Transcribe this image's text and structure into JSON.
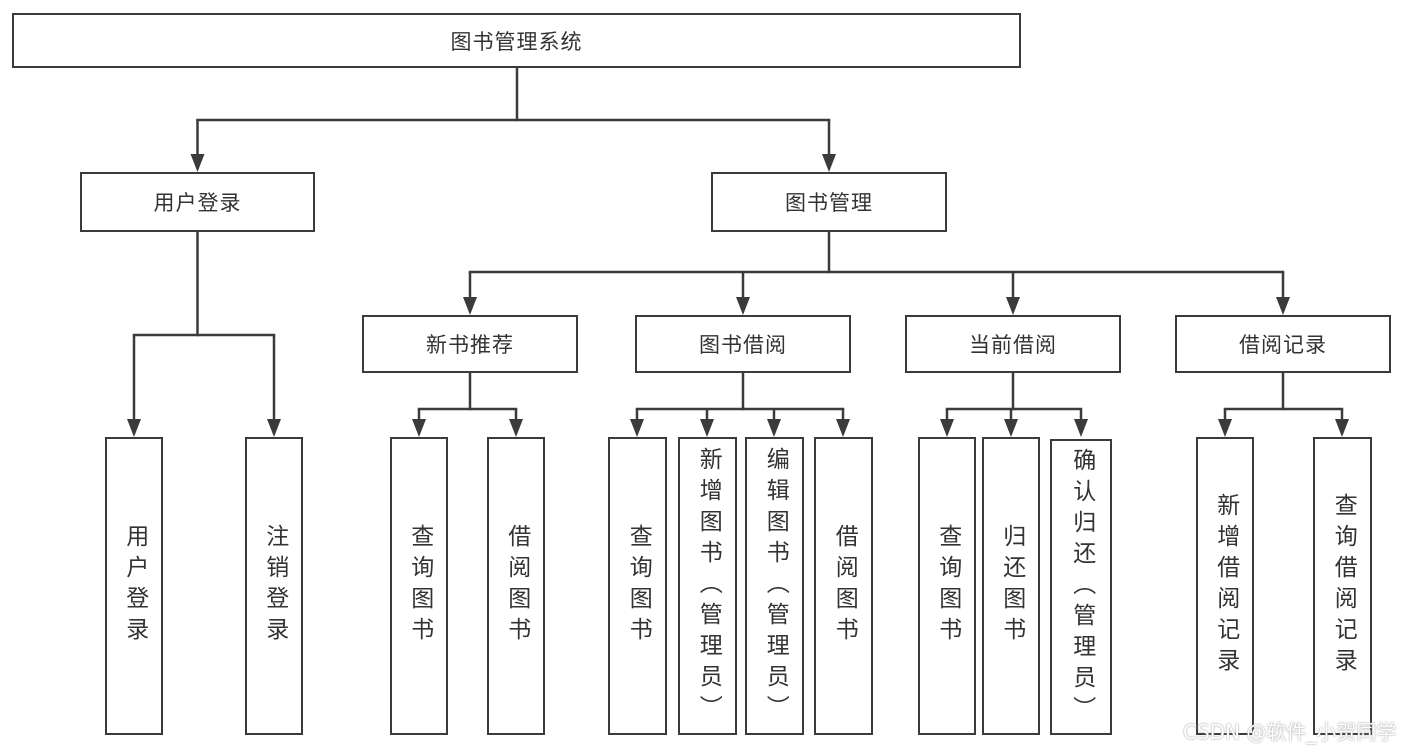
{
  "tree": {
    "root": {
      "label": "图书管理系统"
    },
    "branches": [
      {
        "label": "用户登录",
        "children": [
          {
            "label": "用户登录"
          },
          {
            "label": "注销登录"
          }
        ]
      },
      {
        "label": "图书管理",
        "children": [
          {
            "label": "新书推荐",
            "children": [
              {
                "label": "查询图书"
              },
              {
                "label": "借阅图书"
              }
            ]
          },
          {
            "label": "图书借阅",
            "children": [
              {
                "label": "查询图书"
              },
              {
                "label": "新增图书（管理员）"
              },
              {
                "label": "编辑图书（管理员）"
              },
              {
                "label": "借阅图书"
              }
            ]
          },
          {
            "label": "当前借阅",
            "children": [
              {
                "label": "查询图书"
              },
              {
                "label": "归还图书"
              },
              {
                "label": "确认归还（管理员）"
              }
            ]
          },
          {
            "label": "借阅记录",
            "children": [
              {
                "label": "新增借阅记录"
              },
              {
                "label": "查询借阅记录"
              }
            ]
          }
        ]
      }
    ]
  },
  "watermark": {
    "text": "CSDN @软件_小贺同学"
  },
  "colors": {
    "line": "#3b3b3b",
    "box_bg": "#ffffff",
    "text": "#333333",
    "background": "#ffffff"
  }
}
